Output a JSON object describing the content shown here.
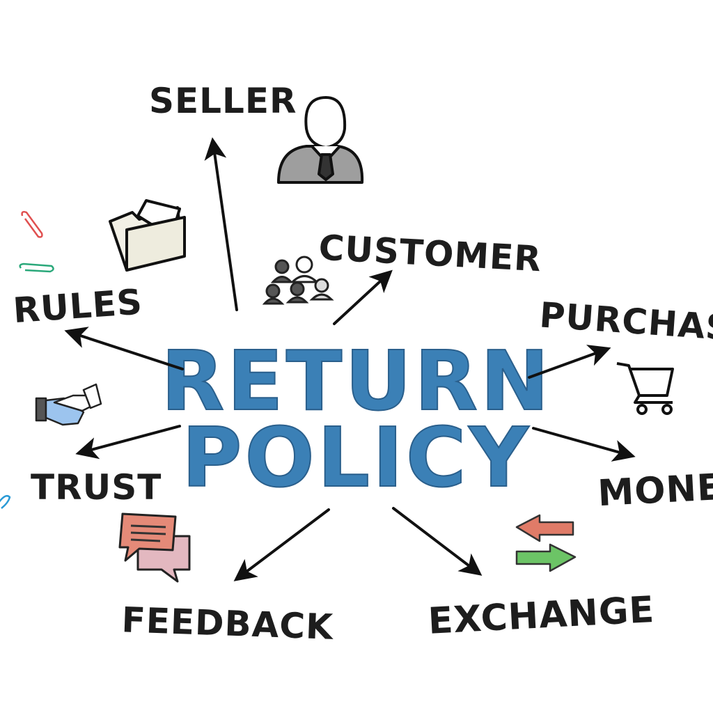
{
  "title": {
    "line1": "RETURN",
    "line2": "POLICY",
    "color": "#3b80b6"
  },
  "labels": {
    "seller": "SELLER",
    "customer": "CUSTOMER",
    "purchase": "PURCHAS",
    "money": "MONE",
    "exchange": "EXCHANGE",
    "feedback": "FEEDBACK",
    "trust": "TRUST",
    "rules": "RULES"
  },
  "icons": [
    "businessman-icon",
    "folder-icon",
    "people-group-icon",
    "shopping-cart-icon",
    "exchange-arrows-icon",
    "chat-bubbles-icon",
    "handshake-icon",
    "paperclip-icon"
  ]
}
